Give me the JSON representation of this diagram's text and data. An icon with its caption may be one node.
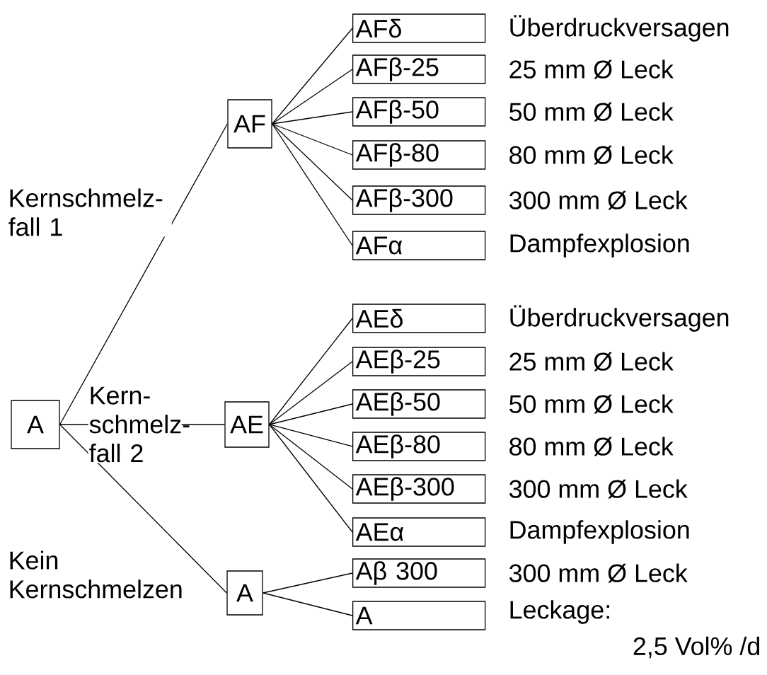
{
  "diagram": {
    "nodes": [
      {
        "text": [
          "A"
        ]
      },
      {
        "text": [
          "AF"
        ]
      },
      {
        "text": [
          "AFδ"
        ],
        "beside": [
          "Überdruckversagen"
        ]
      },
      {
        "text": [
          "AFβ-25"
        ],
        "beside": [
          "25 mm Ø Leck"
        ]
      },
      {
        "text": [
          "AFβ-50"
        ],
        "beside": [
          "50 mm Ø Leck"
        ]
      },
      {
        "text": [
          "AFβ-80"
        ],
        "beside": [
          "80 mm Ø Leck"
        ]
      },
      {
        "text": [
          "AFβ-300"
        ],
        "beside": [
          "300 mm Ø Leck"
        ]
      },
      {
        "text": [
          "AFα"
        ],
        "beside": [
          "Dampfexplosion"
        ]
      },
      {
        "text": [
          "AE"
        ]
      },
      {
        "text": [
          "AEδ"
        ],
        "beside": [
          "Überdruckversagen"
        ]
      },
      {
        "text": [
          "AEβ-25"
        ],
        "beside": [
          "25 mm Ø Leck"
        ]
      },
      {
        "text": [
          "AEβ-50"
        ],
        "beside": [
          "50 mm Ø Leck"
        ]
      },
      {
        "text": [
          "AEβ-80"
        ],
        "beside": [
          "80 mm Ø Leck"
        ]
      },
      {
        "text": [
          "AEβ-300"
        ],
        "beside": [
          "300 mm Ø Leck"
        ]
      },
      {
        "text": [
          "AEα"
        ],
        "beside": [
          "Dampfexplosion"
        ]
      },
      {
        "text": [
          "A"
        ]
      },
      {
        "text": [
          "Aβ 300"
        ],
        "beside": [
          "300 mm Ø Leck"
        ]
      },
      {
        "text": [
          "A"
        ],
        "beside": [
          "Leckage:",
          "2,5 Vol% /d"
        ]
      }
    ],
    "edges": [
      {
        "from": 0,
        "to": 1,
        "arrow": "none",
        "label": "Kernschmelz- fall 1"
      },
      {
        "from": 0,
        "to": 8,
        "arrow": "none",
        "label": "Kern- schmelz- fall 2"
      },
      {
        "from": 0,
        "to": 15,
        "arrow": "none",
        "label": "Kein Kernschmelzen"
      },
      {
        "from": 1,
        "to": 2,
        "arrow": "none"
      },
      {
        "from": 1,
        "to": 3,
        "arrow": "none"
      },
      {
        "from": 1,
        "to": 4,
        "arrow": "none"
      },
      {
        "from": 1,
        "to": 5,
        "arrow": "none"
      },
      {
        "from": 1,
        "to": 6,
        "arrow": "none"
      },
      {
        "from": 1,
        "to": 7,
        "arrow": "none"
      },
      {
        "from": 8,
        "to": 9,
        "arrow": "none"
      },
      {
        "from": 8,
        "to": 10,
        "arrow": "none"
      },
      {
        "from": 8,
        "to": 11,
        "arrow": "none"
      },
      {
        "from": 8,
        "to": 12,
        "arrow": "none"
      },
      {
        "from": 8,
        "to": 13,
        "arrow": "none"
      },
      {
        "from": 8,
        "to": 14,
        "arrow": "none"
      },
      {
        "from": 15,
        "to": 16,
        "arrow": "none"
      },
      {
        "from": 15,
        "to": 17,
        "arrow": "none"
      }
    ]
  }
}
